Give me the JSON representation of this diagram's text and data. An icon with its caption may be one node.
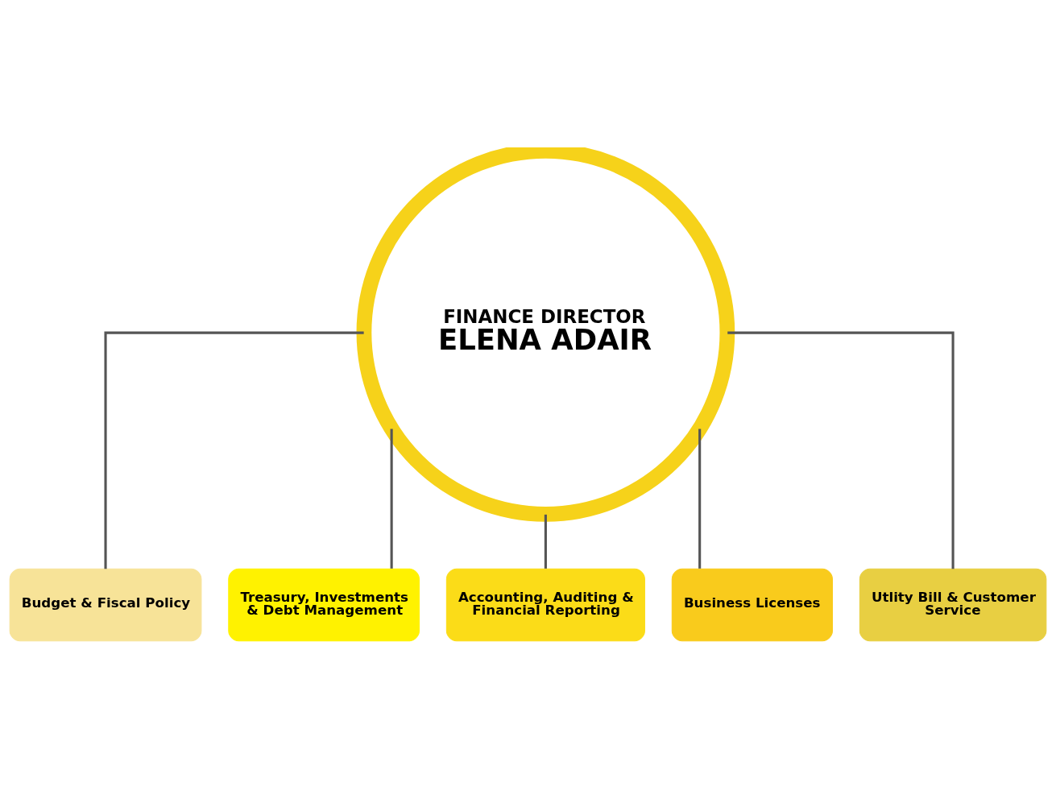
{
  "diagram": {
    "nodes": [
      {
        "text": [
          "FINANCE DIRECTOR",
          "ELENA ADAIR"
        ]
      },
      {
        "text": [
          "Budget & Fiscal Policy"
        ]
      },
      {
        "text": [
          "Treasury, Investments & Debt Management"
        ]
      },
      {
        "text": [
          "Accounting, Auditing & Financial Reporting"
        ]
      },
      {
        "text": [
          "Business Licenses"
        ]
      },
      {
        "text": [
          "Utlity Bill & Customer Service"
        ]
      }
    ],
    "edges": [
      {
        "from": 0,
        "to": 1,
        "arrow": "none"
      },
      {
        "from": 0,
        "to": 2,
        "arrow": "none"
      },
      {
        "from": 0,
        "to": 3,
        "arrow": "none"
      },
      {
        "from": 0,
        "to": 4,
        "arrow": "none"
      },
      {
        "from": 0,
        "to": 5,
        "arrow": "none"
      }
    ]
  }
}
